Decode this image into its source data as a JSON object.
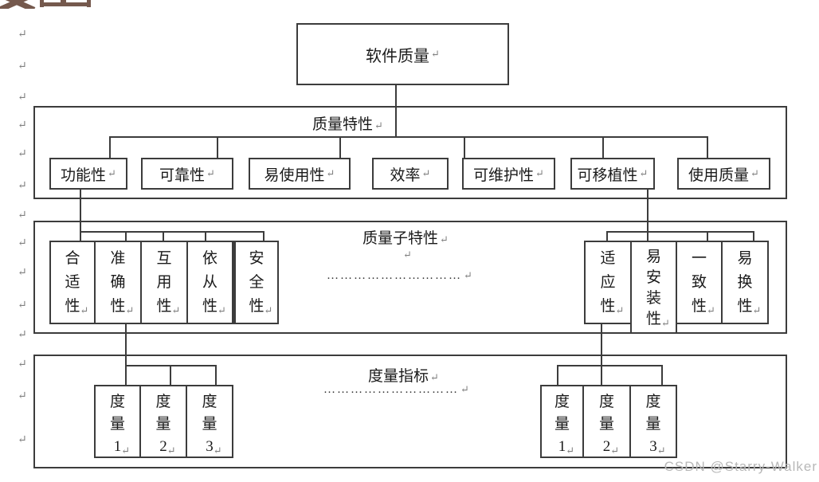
{
  "page": {
    "watermark": "CSDN @Starry-Walker"
  },
  "marks": {
    "pilcrow": "↵"
  },
  "colors": {
    "line": "#3c3c3c",
    "text": "#1a1a1a",
    "paragraph_mark": "#808080",
    "watermark": "#b8b8b8",
    "heading_fragment": "#75594d"
  },
  "diagram": {
    "root": {
      "label": "软件质量"
    },
    "level2": {
      "band_label": "质量特性",
      "items": [
        {
          "label": "功能性"
        },
        {
          "label": "可靠性"
        },
        {
          "label": "易使用性"
        },
        {
          "label": "效率"
        },
        {
          "label": "可维护性"
        },
        {
          "label": "可移植性"
        },
        {
          "label": "使用质量"
        }
      ]
    },
    "level3": {
      "band_label": "质量子特性",
      "ellipsis": "…………………………",
      "left_items": [
        {
          "label": "合适性"
        },
        {
          "label": "准确性"
        },
        {
          "label": "互用性"
        },
        {
          "label": "依从性"
        },
        {
          "label": "安全性"
        }
      ],
      "right_items": [
        {
          "label": "适应性"
        },
        {
          "label": "易安装性"
        },
        {
          "label": "一致性"
        },
        {
          "label": "易换性"
        }
      ]
    },
    "level4": {
      "band_label": "度量指标",
      "ellipsis": "…………………………",
      "left_items": [
        {
          "label": "度量1"
        },
        {
          "label": "度量2"
        },
        {
          "label": "度量3"
        }
      ],
      "right_items": [
        {
          "label": "度量1"
        },
        {
          "label": "度量2"
        },
        {
          "label": "度量3"
        }
      ]
    }
  }
}
